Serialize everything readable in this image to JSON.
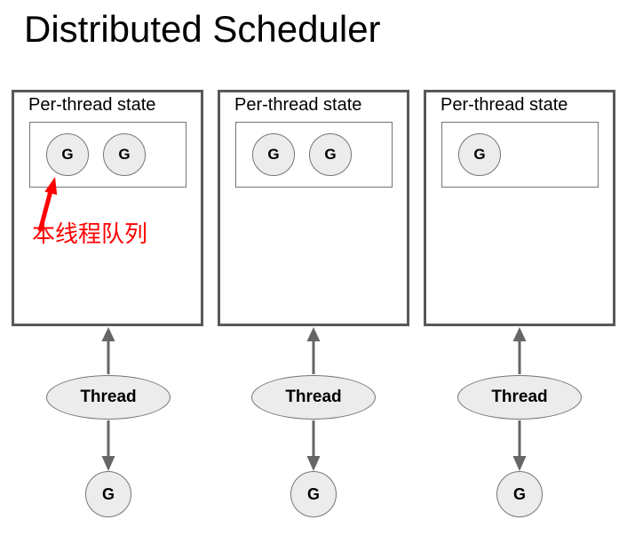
{
  "title": "Distributed Scheduler",
  "annotation": {
    "text": "本线程队列",
    "color": "#ff0000"
  },
  "columns": [
    {
      "label": "Per-thread state",
      "queue": [
        "G",
        "G"
      ],
      "thread_label": "Thread",
      "bottom_g": "G"
    },
    {
      "label": "Per-thread state",
      "queue": [
        "G",
        "G"
      ],
      "thread_label": "Thread",
      "bottom_g": "G"
    },
    {
      "label": "Per-thread state",
      "queue": [
        "G"
      ],
      "thread_label": "Thread",
      "bottom_g": "G"
    }
  ],
  "colors": {
    "background": "#ffffff",
    "box_border": "#595959",
    "inner_border": "#757575",
    "node_fill": "#ececec",
    "arrow": "#666666",
    "annotation_red": "#ff0000",
    "text": "#000000"
  }
}
